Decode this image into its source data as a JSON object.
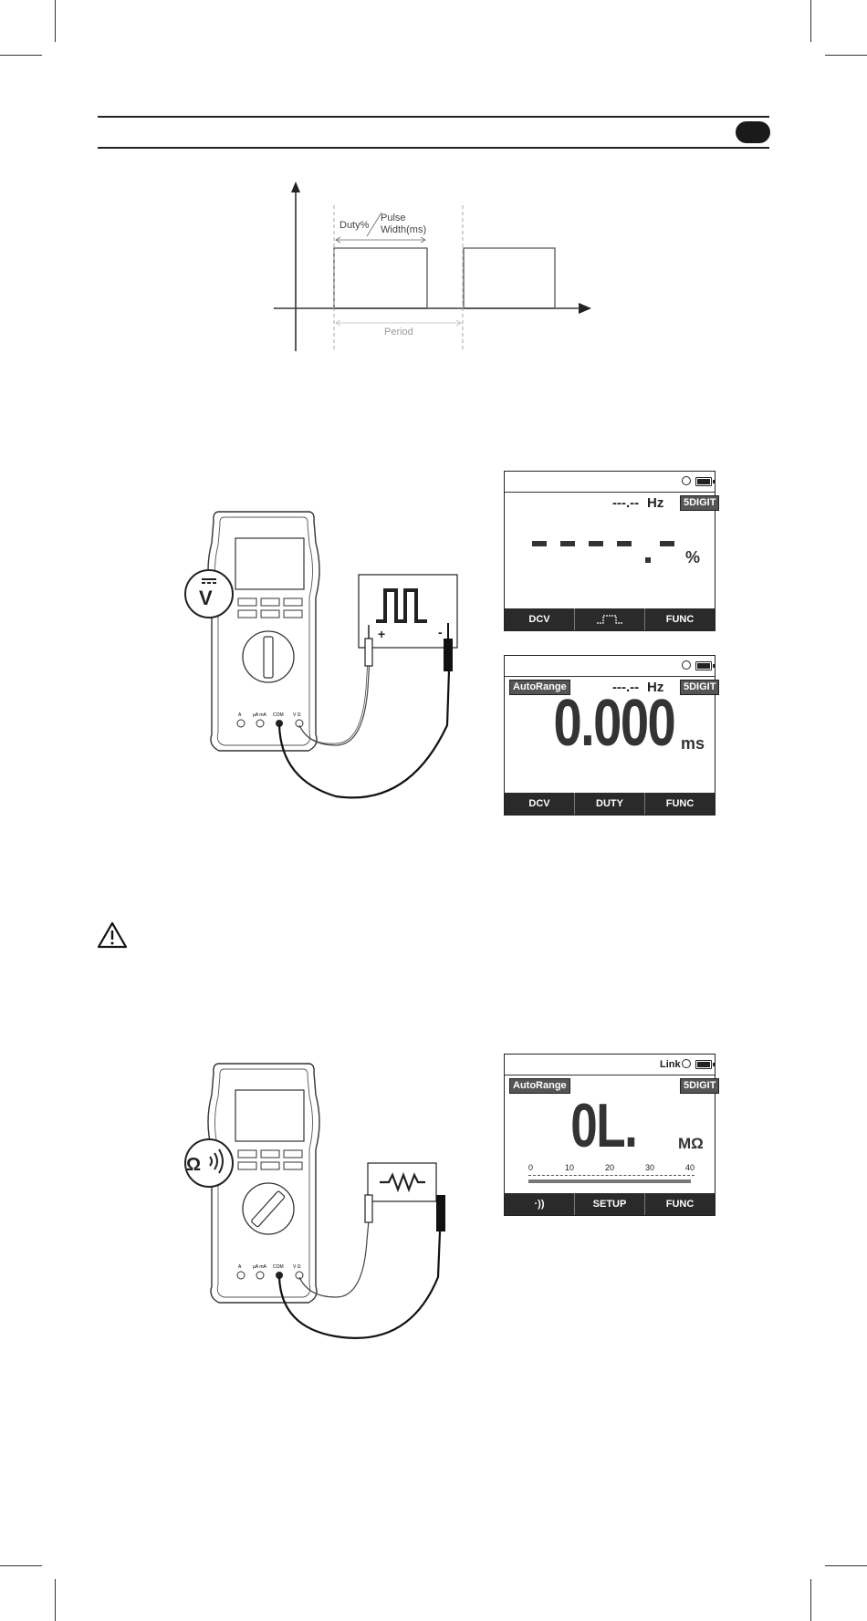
{
  "waveform": {
    "duty_label": "Duty%",
    "pulse_label_1": "Pulse",
    "pulse_label_2": "Width(ms)",
    "period_label": "Period"
  },
  "meter_figure_1": {
    "dial_symbol": "V",
    "terminals": [
      "A",
      "µA mA",
      "COM",
      "V Ω"
    ],
    "source_plus": "+",
    "source_minus": "-"
  },
  "lcd_duty": {
    "freq_value": "---.--",
    "freq_unit": "Hz",
    "digit_badge": "5DIGIT",
    "main_value": "- - - - . -",
    "main_unit": "%",
    "softkeys": [
      "DCV",
      "",
      "FUNC"
    ],
    "softkey_icon": "pulse-waveform-icon"
  },
  "lcd_pulse": {
    "range_badge": "AutoRange",
    "freq_value": "---.--",
    "freq_unit": "Hz",
    "digit_badge": "5DIGIT",
    "main_value": "0.000",
    "main_unit": "ms",
    "softkeys": [
      "DCV",
      "DUTY",
      "FUNC"
    ]
  },
  "meter_figure_2": {
    "dial_symbol": "Ω",
    "terminals": [
      "A",
      "µA mA",
      "COM",
      "V Ω"
    ]
  },
  "lcd_resistance": {
    "link_label": "Link",
    "range_badge": "AutoRange",
    "digit_badge": "5DIGIT",
    "main_value": "0L.",
    "main_unit": "MΩ",
    "scale_ticks": [
      "0",
      "10",
      "20",
      "30",
      "40"
    ],
    "softkeys": [
      "·))",
      "SETUP",
      "FUNC"
    ]
  },
  "colors": {
    "ink": "#1a1a1a",
    "lcd_bar": "#2a2a2a",
    "badge": "#555555"
  }
}
